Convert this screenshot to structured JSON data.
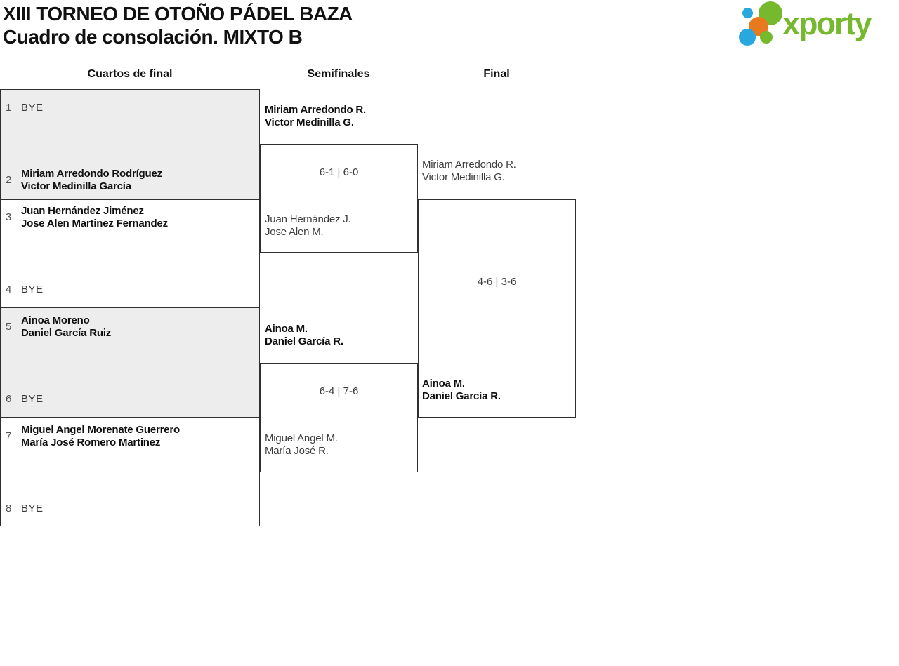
{
  "header": {
    "title_line1": "XIII TORNEO DE OTOÑO PÁDEL BAZA",
    "title_line2": "Cuadro de consolación. MIXTO B"
  },
  "logo": {
    "text": "xporty",
    "green": "#76b82e",
    "blue": "#29a8e0",
    "orange": "#e8791e"
  },
  "colors": {
    "border": "#2f2f2f",
    "section_gray": "#ededed",
    "winner_text": "#0f0f0f",
    "loser_text": "#3d3d3d"
  },
  "round_headers": {
    "quarterfinals": "Cuartos de final",
    "semifinals": "Semifinales",
    "final": "Final"
  },
  "quarterfinals": {
    "slots": [
      {
        "seed": "1",
        "type": "bye",
        "line1": "BYE"
      },
      {
        "seed": "2",
        "type": "team",
        "line1": "Miriam Arredondo Rodríguez",
        "line2": "Victor Medinilla García"
      },
      {
        "seed": "3",
        "type": "team",
        "line1": "Juan Hernández Jiménez",
        "line2": "Jose Alen Martinez Fernandez"
      },
      {
        "seed": "4",
        "type": "bye",
        "line1": "BYE"
      },
      {
        "seed": "5",
        "type": "team",
        "line1": "Ainoa Moreno",
        "line2": "Daniel García Ruiz"
      },
      {
        "seed": "6",
        "type": "bye",
        "line1": "BYE"
      },
      {
        "seed": "7",
        "type": "team",
        "line1": "Miguel Angel Morenate Guerrero",
        "line2": "María José Romero Martinez"
      },
      {
        "seed": "8",
        "type": "bye",
        "line1": "BYE"
      }
    ]
  },
  "semifinals": [
    {
      "top": {
        "line1": "Miriam Arredondo R.",
        "line2": "Victor Medinilla G.",
        "winner": true
      },
      "score": "6-1 | 6-0",
      "bottom": {
        "line1": "Juan Hernández J.",
        "line2": "Jose Alen M.",
        "winner": false
      }
    },
    {
      "top": {
        "line1": "Ainoa M.",
        "line2": "Daniel García R.",
        "winner": true
      },
      "score": "6-4 | 7-6",
      "bottom": {
        "line1": "Miguel Angel M.",
        "line2": "María José R.",
        "winner": false
      }
    }
  ],
  "final": {
    "top": {
      "line1": "Miriam Arredondo R.",
      "line2": "Victor Medinilla G.",
      "winner": false
    },
    "score": "4-6 | 3-6",
    "bottom": {
      "line1": "Ainoa M.",
      "line2": "Daniel García R.",
      "winner": true
    }
  }
}
